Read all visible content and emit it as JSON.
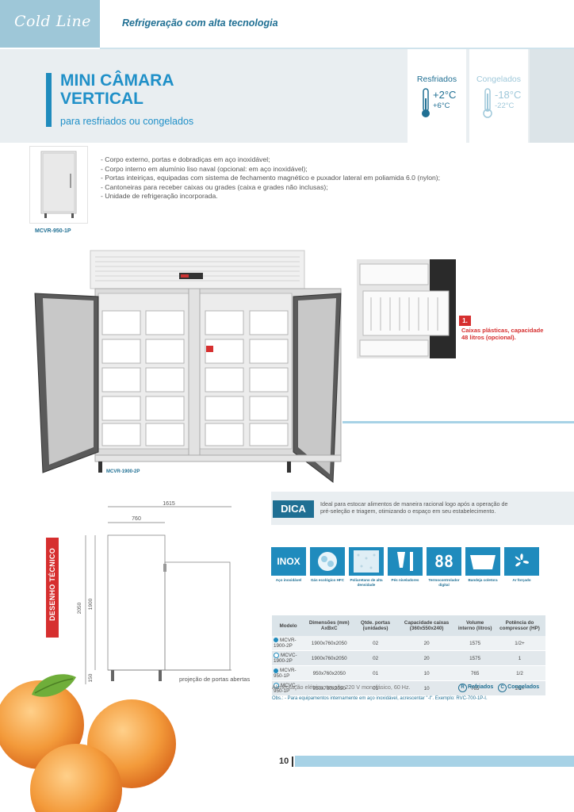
{
  "header": {
    "brand": "Cold Line",
    "tagline": "Refrigeração com alta tecnologia"
  },
  "product": {
    "title_line1": "MINI CÂMARA",
    "title_line2": "VERTICAL",
    "subtitle": "para resfriados ou congelados"
  },
  "temperatures": {
    "resfriados": {
      "label": "Resfriados",
      "max": "+2°C",
      "min": "+6°C",
      "color": "#1f6f93"
    },
    "congelados": {
      "label": "Congelados",
      "max": "-18°C",
      "min": "-22°C",
      "color": "#9fc8da"
    }
  },
  "thumbnail_label": "MCVR-950-1P",
  "features": [
    "- Corpo externo, portas e dobradiças em aço inoxidável;",
    "- Corpo interno em alumínio liso naval (opcional: em aço inoxidável);",
    "- Portas inteiriças, equipadas com sistema de fechamento magnético e puxador lateral em poliamida 6.0 (nylon);",
    "- Cantoneiras para receber caixas ou grades (caixa e grades não inclusas);",
    "- Unidade de refrigeração incorporada."
  ],
  "main_image_label": "MCVR-1900-2P",
  "callout": {
    "number": "1.",
    "text": "Caixas plásticas, capacidade 48 litros (opcional)."
  },
  "dica": {
    "label": "DICA",
    "text": "Ideal para estocar alimentos de maneira racional logo após a operação de pré-seleção e triagem, otimizando o espaço em seu estabelecimento."
  },
  "technical_drawing": {
    "title": "DESENHO TÉCNICO",
    "total_width": "1615",
    "body_width": "760",
    "total_height": "2050",
    "body_height": "1900",
    "feet_height": "150",
    "open_doors_note": "projeção de portas abertas"
  },
  "icons": [
    {
      "name": "inox-icon",
      "text": "INOX",
      "label": "Aço inoxidável"
    },
    {
      "name": "hfc-gas-icon",
      "text": "",
      "label": "Gás ecológico HFC"
    },
    {
      "name": "polyurethane-icon",
      "text": "",
      "label": "Poliuretano de alta densidade"
    },
    {
      "name": "leveling-feet-icon",
      "text": "",
      "label": "Pés niveladores"
    },
    {
      "name": "digital-thermostat-icon",
      "text": "88",
      "label": "Termocontrolador digital"
    },
    {
      "name": "drip-tray-icon",
      "text": "",
      "label": "Bandeja coletora"
    },
    {
      "name": "forced-air-icon",
      "text": "",
      "label": "Ar forçado"
    }
  ],
  "spec_table": {
    "headers": [
      "Modelo",
      "Dimensões (mm) AxBxC",
      "Qtde. portas (unidades)",
      "Capacidade caixas (360x550x240)",
      "Volume interno (litros)",
      "Potência do compressor (HP)"
    ],
    "rows": [
      [
        "MCVR-1900-2P",
        "1900x760x2050",
        "02",
        "20",
        "1575",
        "1/2+"
      ],
      [
        "MCVC-1900-2P",
        "1900x760x2050",
        "02",
        "20",
        "1575",
        "1"
      ],
      [
        "MCVR-950-1P",
        "950x760x2050",
        "01",
        "10",
        "765",
        "1/2"
      ],
      [
        "MCVC-950-1P",
        "950x760x2050",
        "01",
        "10",
        "765",
        "1/2+"
      ]
    ]
  },
  "power_note": "Alimentação elétrica: tensão 220 V monofásico, 60 Hz.",
  "legend": {
    "r_letter": "R",
    "r_label": "Refriados",
    "c_letter": "C",
    "c_label": "Congelados"
  },
  "obs_note": "Obs.: - Para equipamentos internamente em aço inoxidável, acrescentar \"-I\". Exemplo: RVC-700-1P-I.",
  "page_number": "10"
}
